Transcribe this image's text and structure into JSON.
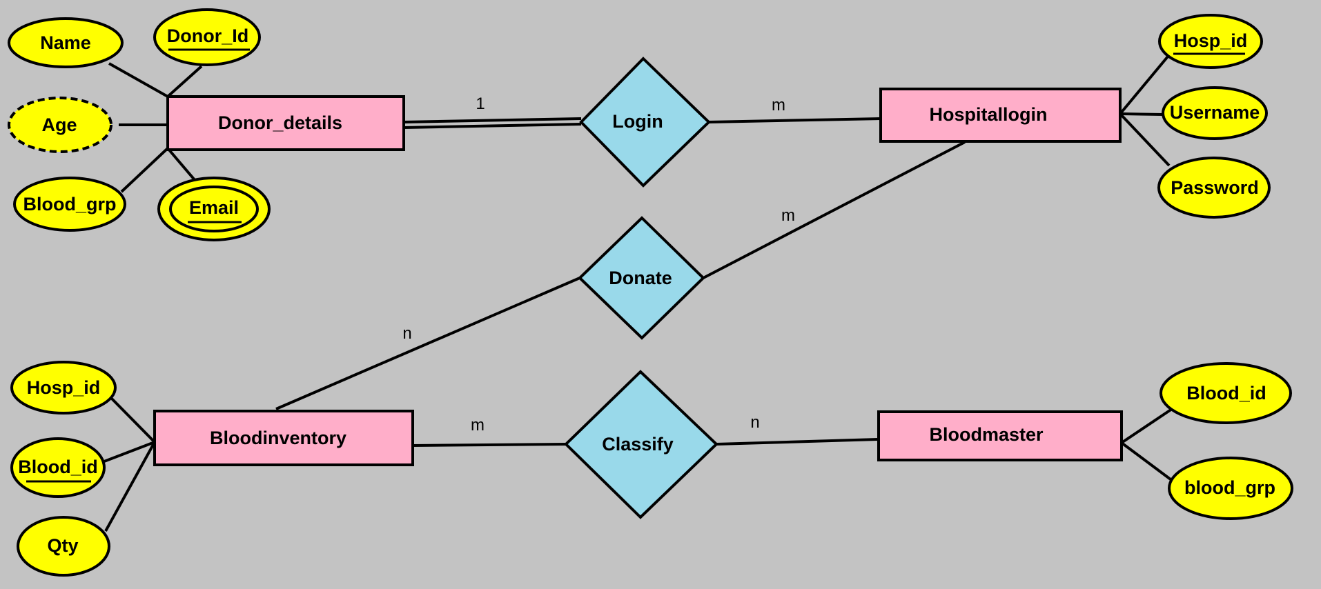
{
  "diagram": {
    "colors": {
      "background": "#c3c3c3",
      "entity": "#ffaec9",
      "relationship": "#99d9ea",
      "attribute": "#ffff00",
      "stroke": "#000000"
    },
    "entities": {
      "donor_details": "Donor_details",
      "hospitallogin": "Hospitallogin",
      "bloodinventory": "Bloodinventory",
      "bloodmaster": "Bloodmaster"
    },
    "relationships": {
      "login": "Login",
      "donate": "Donate",
      "classify": "Classify"
    },
    "attributes": {
      "donor_name": "Name",
      "donor_id": "Donor_Id",
      "donor_age": "Age",
      "donor_blood_grp": "Blood_grp",
      "donor_email": "Email",
      "hl_hosp_id": "Hosp_id",
      "hl_username": "Username",
      "hl_password": "Password",
      "bi_hosp_id": "Hosp_id",
      "bi_blood_id": "Blood_id",
      "bi_qty": "Qty",
      "bm_blood_id": "Blood_id",
      "bm_blood_grp": "blood_grp"
    },
    "cardinalities": {
      "login_donor": "1",
      "login_hospital": "m",
      "donate_hospital": "m",
      "donate_inventory": "n",
      "classify_inventory": "m",
      "classify_master": "n"
    }
  }
}
